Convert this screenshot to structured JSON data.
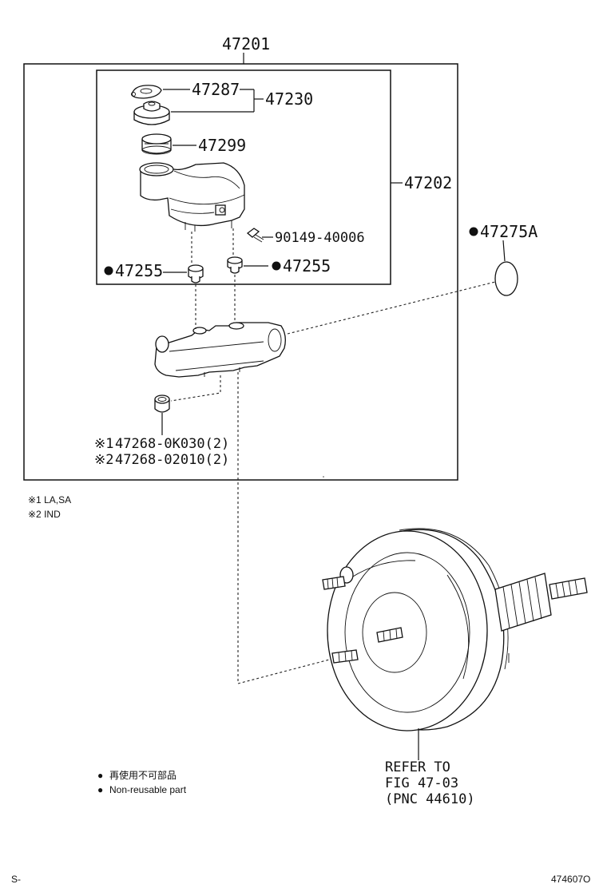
{
  "assembly": {
    "main_part": "47201",
    "reservoir_sub_assembly": "47202",
    "cap_assembly": "47230",
    "cap_gasket": "47287",
    "strainer": "47299",
    "screw": "90149-40006",
    "grommet_left": "47255",
    "grommet_right": "47255",
    "o_ring": "47275A",
    "plug_option_1_mark": "※1",
    "plug_option_1": "47268-0K030(2)",
    "plug_option_2_mark": "※2",
    "plug_option_2": "47268-02010(2)"
  },
  "footnotes": {
    "note_1": "※1 LA,SA",
    "note_2": "※2 IND"
  },
  "booster_reference": {
    "line1": "REFER TO",
    "line2": "FIG 47-03",
    "line3": "(PNC 44610)"
  },
  "legend": {
    "symbol": "●",
    "japanese": "再使用不可部品",
    "english": "Non-reusable part"
  },
  "page_corner": {
    "left": "S-",
    "right": "474607O"
  }
}
